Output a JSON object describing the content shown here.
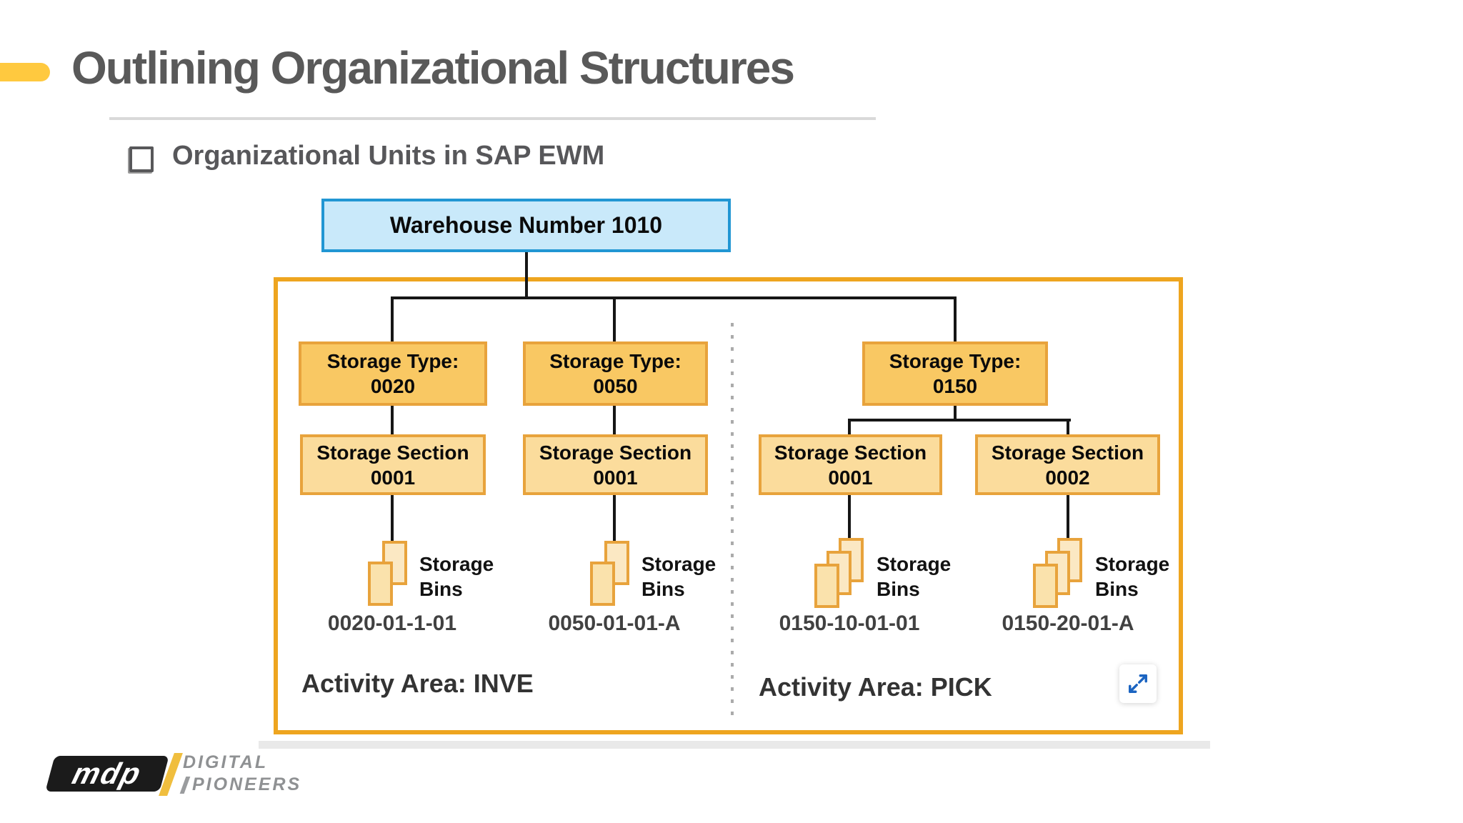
{
  "slide": {
    "title": "Outlining Organizational Structures",
    "bullet_text": "Organizational Units in SAP EWM"
  },
  "diagram": {
    "warehouse_label": "Warehouse Number 1010",
    "storage_types": [
      {
        "line1": "Storage Type:",
        "line2": "0020"
      },
      {
        "line1": "Storage Type:",
        "line2": "0050"
      },
      {
        "line1": "Storage Type:",
        "line2": "0150"
      }
    ],
    "storage_sections": [
      {
        "line1": "Storage Section",
        "line2": "0001"
      },
      {
        "line1": "Storage Section",
        "line2": "0001"
      },
      {
        "line1": "Storage Section",
        "line2": "0001"
      },
      {
        "line1": "Storage Section",
        "line2": "0002"
      }
    ],
    "bins": [
      {
        "label": "Storage Bins",
        "code": "0020-01-1-01"
      },
      {
        "label": "Storage Bins",
        "code": "0050-01-01-A"
      },
      {
        "label": "Storage Bins",
        "code": "0150-10-01-01"
      },
      {
        "label": "Storage Bins",
        "code": "0150-20-01-A"
      }
    ],
    "activity_areas": [
      "Activity Area: INVE",
      "Activity Area: PICK"
    ],
    "expand_icon": "expand-arrows"
  },
  "footer": {
    "logo_text": "mdp",
    "brand_line1": "DIGITAL",
    "brand_line2": "PIONEERS"
  },
  "colors": {
    "accent_yellow": "#FFC93F",
    "title_gray": "#595959",
    "container_gold": "#EEA51F",
    "box_border_gold": "#E8A33C",
    "type_fill": "#F9C863",
    "section_fill": "#FBDC9C",
    "bin_fill": "#FBE8C3",
    "warehouse_fill": "#C9E9FA",
    "warehouse_border": "#2196D3",
    "connector_black": "#161616",
    "divider_gray": "#ABABAB",
    "expand_arrow_blue": "#1B64C1",
    "logo_black": "#1B1B1B",
    "logo_yellow": "#F0BE3E",
    "brand_gray": "#8F9193"
  }
}
